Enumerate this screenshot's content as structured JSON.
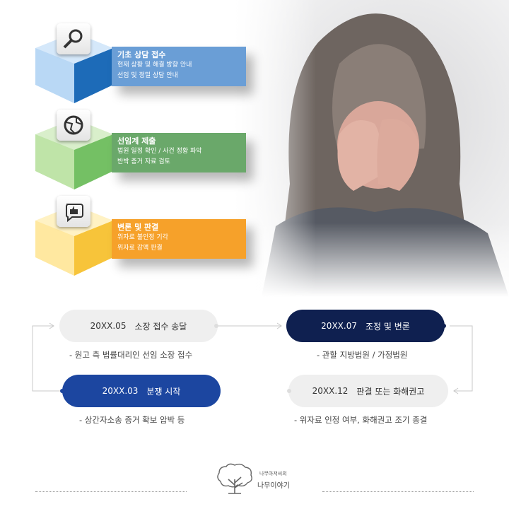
{
  "steps": [
    {
      "title": "기초 상담 접수",
      "line1": "현재 상황 및 해결 방향 안내",
      "line2": "선임 및 정밀 상담 안내",
      "color": "#6a9ed6",
      "cube": "#b9d8f5",
      "cube_side": "#0f5fad"
    },
    {
      "title": "선임계 제출",
      "line1": "법원 일정 확인 / 사건 정황 파악",
      "line2": "반박 증거 자료 검토",
      "color": "#6aa86a",
      "cube": "#bfe4a8",
      "cube_side": "#6cbc5c"
    },
    {
      "title": "변론 및 판결",
      "line1": "위자료 불인정 기각",
      "line2": "위자료 감액 판결",
      "color": "#f6a12a",
      "cube": "#ffe8a0",
      "cube_side": "#f7c43a"
    }
  ],
  "timeline": {
    "p1": {
      "date": "20XX.05",
      "label": "소장 접수 송달",
      "note": "- 원고 측 법률대리인 선임 소장 접수"
    },
    "p2": {
      "date": "20XX.07",
      "label": "조정 및 변론",
      "note": "- 관할 지방법원 / 가정법원"
    },
    "p3": {
      "date": "20XX.03",
      "label": "분쟁 시작",
      "note": "- 상간자소송 증거 확보 압박 등"
    },
    "p4": {
      "date": "20XX.12",
      "label": "판결 또는 화해권고",
      "note": "- 위자료 인정 여부, 화해권고 조기 종결"
    }
  },
  "footer": {
    "small": "나무아저씨의",
    "brand": "나무이야기"
  },
  "icons": [
    "magnifier-gear-icon",
    "globe-icon",
    "thumbs-up-icon",
    "tree-icon"
  ]
}
